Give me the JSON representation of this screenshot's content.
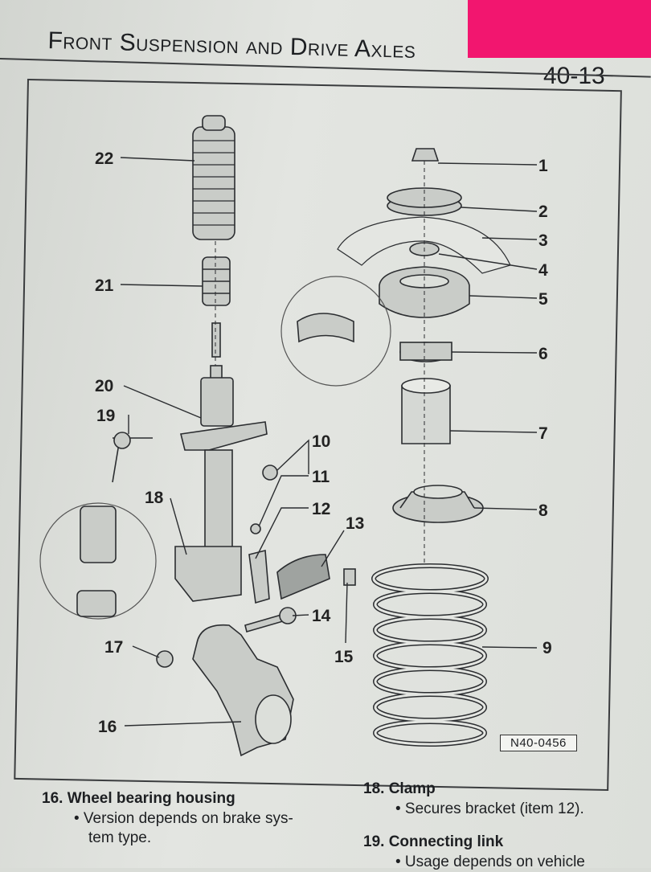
{
  "header": {
    "title_part1": "Front Suspension and Drive Axles",
    "page_number": "40-13"
  },
  "figure": {
    "reference_code": "N40-0456",
    "callouts": {
      "c1": "1",
      "c2": "2",
      "c3": "3",
      "c4": "4",
      "c5": "5",
      "c6": "6",
      "c7": "7",
      "c8": "8",
      "c9": "9",
      "c10": "10",
      "c11": "11",
      "c12": "12",
      "c13": "13",
      "c14": "14",
      "c15": "15",
      "c16": "16",
      "c17": "17",
      "c18": "18",
      "c19": "19",
      "c20": "20",
      "c21": "21",
      "c22": "22"
    }
  },
  "legend": {
    "item16_title": "16. Wheel bearing housing",
    "item16_bullet": "• Version depends on brake sys-",
    "item16_bullet_cont": "tem type.",
    "item18_title": "18. Clamp",
    "item18_bullet": "• Secures bracket (item 12).",
    "item19_title": "19. Connecting link",
    "item19_bullet": "• Usage depends on vehicle"
  },
  "colors": {
    "sticky_note": "#f2166f",
    "paper": "#dcdfda",
    "ink": "#1d1f22"
  }
}
